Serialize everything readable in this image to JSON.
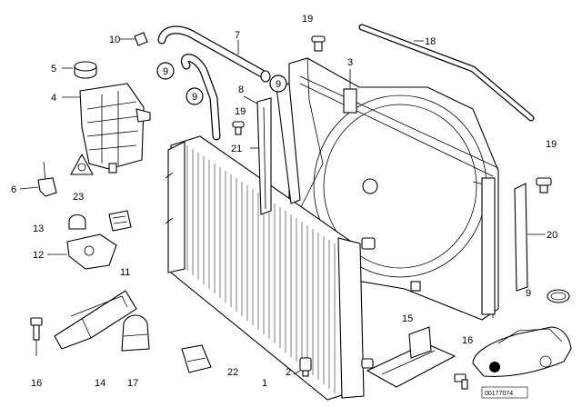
{
  "callouts": {
    "c1": "1",
    "c2": "2",
    "c3": "3",
    "c4": "4",
    "c5": "5",
    "c6": "6",
    "c7": "7",
    "c8": "8",
    "c9a": "9",
    "c9b": "9",
    "c9c": "9",
    "c9d": "9",
    "c10": "10",
    "c11": "11",
    "c12": "12",
    "c13": "13",
    "c14": "14",
    "c15": "15",
    "c16a": "16",
    "c16b": "16",
    "c17": "17",
    "c18": "18",
    "c19a": "19",
    "c19b": "19",
    "c19c": "19",
    "c20": "20",
    "c21": "21",
    "c22": "22",
    "c23": "23"
  },
  "ref_number": "00177074"
}
